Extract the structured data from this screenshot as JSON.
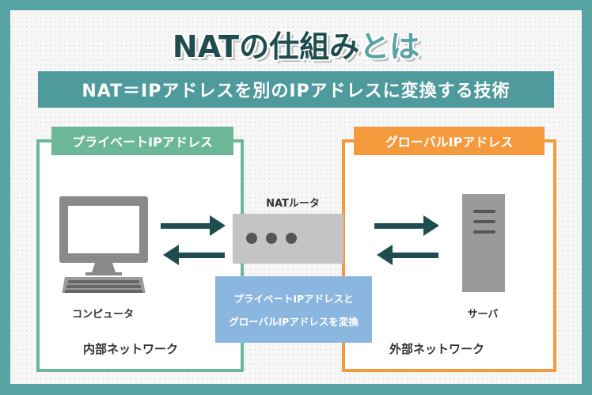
{
  "title": {
    "part1": "NATの仕組み",
    "part2": "とは"
  },
  "banner": "NAT＝IPアドレスを別のIPアドレスに変換する技術",
  "private_label": "プライベートIPアドレス",
  "global_label": "グローバルIPアドレス",
  "router_label": "NATルータ",
  "computer_label": "コンピュータ",
  "server_label": "サーバ",
  "convert_note": {
    "line1": "プライベートIPアドレスと",
    "line2": "グローバルIPアドレスを変換"
  },
  "internal_network": "内部ネットワーク",
  "external_network": "外部ネットワーク",
  "colors": {
    "teal": "#58a3a4",
    "green": "#6bb797",
    "orange": "#f59a3c",
    "blue": "#8ab6e0",
    "arrow": "#1f4d4f"
  }
}
